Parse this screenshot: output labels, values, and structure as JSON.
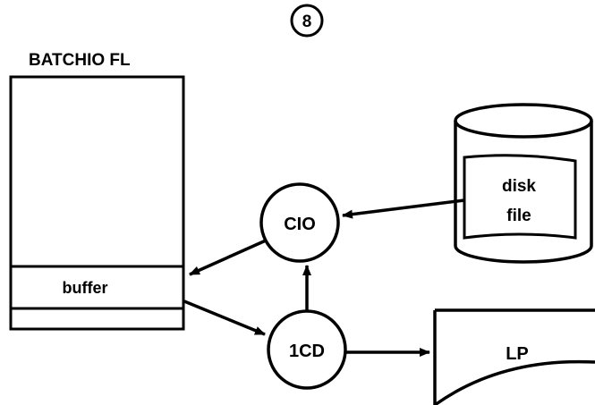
{
  "page_number": "8",
  "buffer_file": {
    "title": "BATCHIO FL",
    "buffer_label": "buffer"
  },
  "nodes": {
    "cio": "CIO",
    "icd": "1CD"
  },
  "disk": {
    "line1": "disk",
    "line2": "file"
  },
  "printer": {
    "label": "LP"
  },
  "colors": {
    "ink": "#000000",
    "paper": "#ffffff"
  }
}
